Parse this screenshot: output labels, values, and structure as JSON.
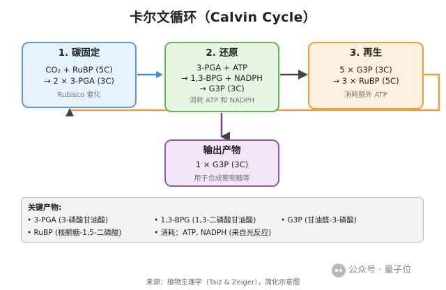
{
  "title": "卡尔文循环（Calvin Cycle）",
  "stages": [
    {
      "heading": "1. 碳固定",
      "lines": [
        "CO₂ + RuBP (5C)",
        "→ 2 × 3-PGA (3C)"
      ],
      "note": "Rubisco 催化",
      "color": "#5a9bd6",
      "fill": "#e6f2fd"
    },
    {
      "heading": "2. 还原",
      "lines": [
        "3-PGA + ATP",
        "→ 1,3-BPG + NADPH",
        "→ G3P (3C)"
      ],
      "note": "消耗 ATP 和 NADPH",
      "color": "#6bb05a",
      "fill": "#e7f5e3"
    },
    {
      "heading": "3. 再生",
      "lines": [
        "5 × G3P (3C)",
        "→ 3 × RuBP (5C)"
      ],
      "note": "消耗额外 ATP",
      "color": "#ef9c3e",
      "fill": "#fdf0de"
    }
  ],
  "output": {
    "heading": "输出产物",
    "line": "1 × G3P (3C)",
    "note": "用于合成葡萄糖等",
    "color": "#9356b0",
    "fill": "#f3e6f8"
  },
  "products": {
    "title": "关键产物:",
    "items": [
      "• 3-PGA (3-磷酸甘油酸)",
      "• 1,3-BPG (1,3-二磷酸甘油酸)",
      "• G3P (甘油醛-3-磷酸)",
      "• RuBP (核酮糖-1,5-二磷酸)",
      "• 消耗：ATP, NADPH (来自光反应)"
    ]
  },
  "source": "来源：植物生理学（Taiz & Zeiger），简化示意图",
  "watermark": "公众号 · 量子位",
  "arrow_colors": {
    "carbon_to_reduction": "#3c8fd0",
    "reduction_to_regeneration": "#444444",
    "regeneration_loop": "#ef9c3e",
    "output": "#7a3e99"
  }
}
